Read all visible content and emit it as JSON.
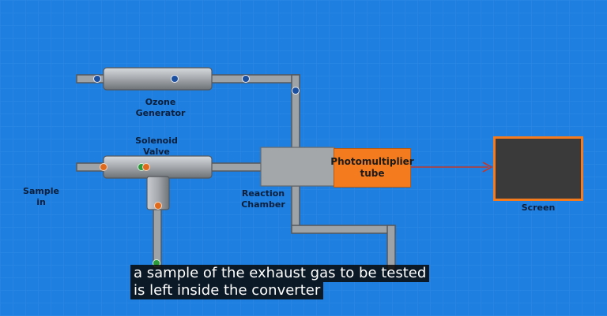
{
  "diagram": {
    "ozone_generator_label": "Ozone\nGenerator",
    "solenoid_valve_label": "Solenoid\nValve",
    "sample_in_label": "Sample\nin",
    "reaction_chamber_label": "Reaction\nChamber",
    "pmt_label": "Photomultiplier\ntube",
    "screen_label": "Screen"
  },
  "subtitle": {
    "line1": "a sample of the exhaust gas to be tested",
    "line2": "is left inside the converter"
  },
  "colors": {
    "background": "#1f7fe0",
    "grid": "#4a9bf0",
    "pipe": "#9ea3a8",
    "accent": "#f57c1e",
    "signal": "#c0392b"
  }
}
